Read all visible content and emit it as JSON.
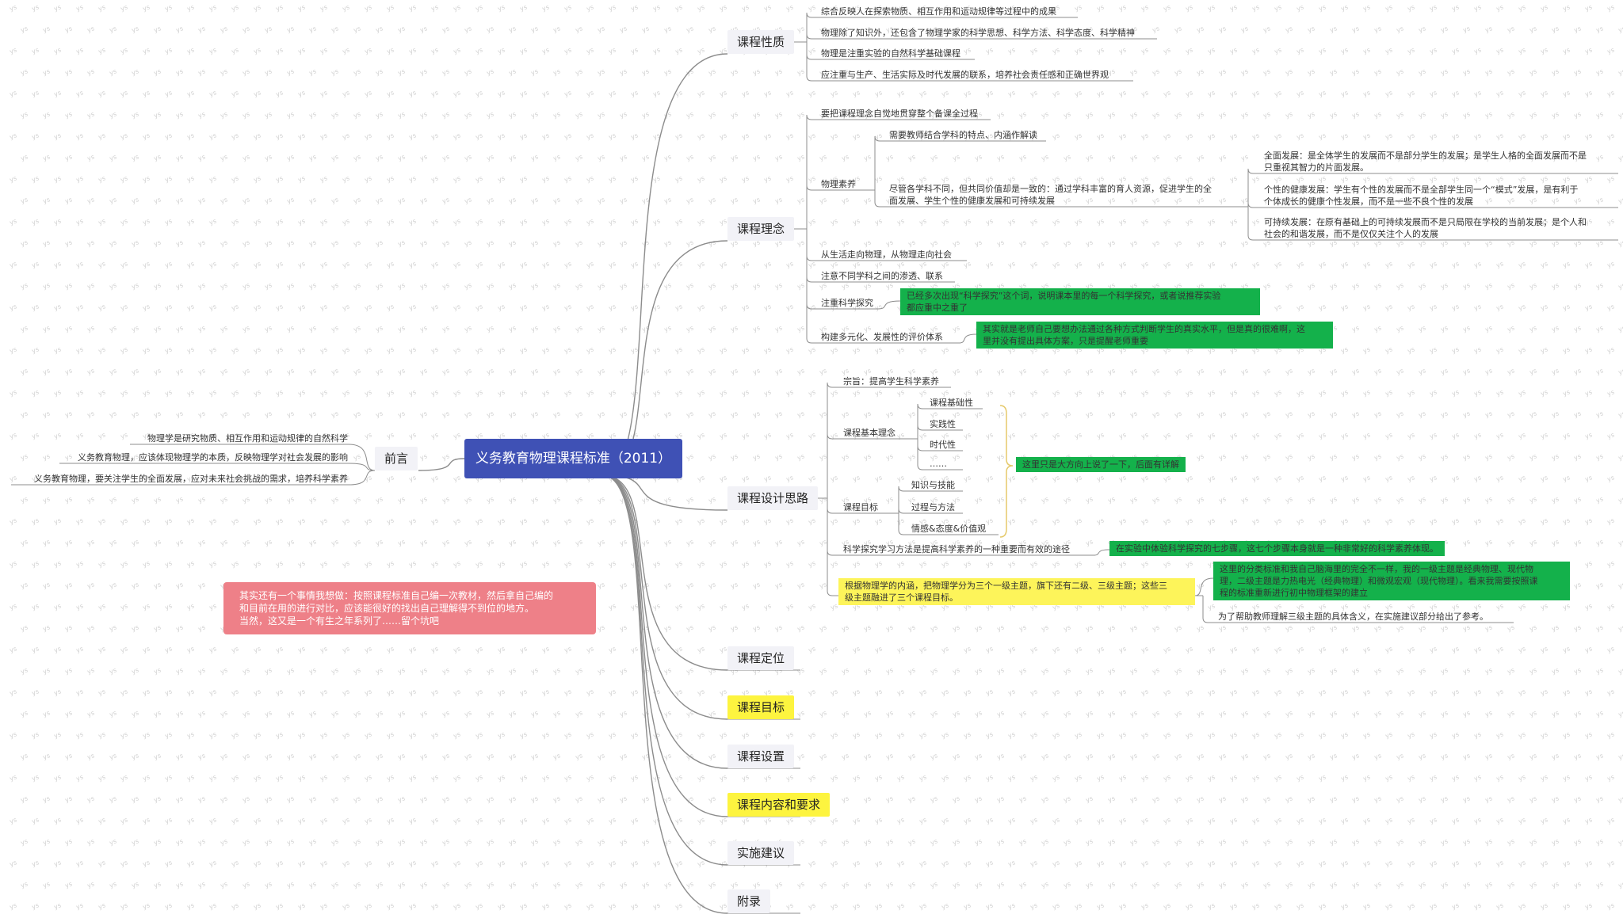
{
  "root": "义务教育物理课程标准（2011）",
  "note": [
    "其实还有一个事情我想做：按照课程标准自己编一次教材，然后拿自己编的",
    "和目前在用的进行对比，应该能很好的找出自己理解得不到位的地方。",
    "当然，这又是一个有生之年系列了……留个坑吧"
  ],
  "preface": {
    "label": "前言",
    "items": [
      "物理学是研究物质、相互作用和运动规律的自然科学",
      "义务教育物理，应该体现物理学的本质，反映物理学对社会发展的影响",
      "义务教育物理，要关注学生的全面发展，应对未来社会挑战的需求，培养科学素养"
    ]
  },
  "nature": {
    "label": "课程性质",
    "items": [
      "综合反映人在探索物质、相互作用和运动规律等过程中的成果",
      "物理除了知识外，还包含了物理学家的科学思想、科学方法、科学态度、科学精神",
      "物理是注重实验的自然科学基础课程",
      "应注重与生产、生活实际及时代发展的联系，培养社会责任感和正确世界观"
    ]
  },
  "philosophy": {
    "label": "课程理念",
    "first": "要把课程理念自觉地贯穿整个备课全过程",
    "literacy": {
      "label": "物理素养",
      "need": "需要教师结合学科的特点、内涵作解读",
      "value": [
        "尽管各学科不同，但共同价值却是一致的：通过学科丰富的育人资源，促进学生的全",
        "面发展、学生个性的健康发展和可持续发展"
      ],
      "subs": [
        [
          "全面发展：是全体学生的发展而不是部分学生的发展；是学生人格的全面发展而不是",
          "只重视其智力的片面发展。"
        ],
        [
          "个性的健康发展：学生有个性的发展而不是全部学生同一个“模式”发展，是有利于",
          "个体成长的健康个性发展，而不是一些不良个性的发展"
        ],
        [
          "可持续发展：在原有基础上的可持续发展而不是只局限在学校的当前发展；是个人和",
          "社会的和谐发展，而不是仅仅关注个人的发展"
        ]
      ]
    },
    "life": "从生活走向物理，从物理走向社会",
    "interdisc": "注意不同学科之间的渗透、联系",
    "inquiry": {
      "label": "注重科学探究",
      "note": [
        "已经多次出现“科学探究”这个词，说明课本里的每一个科学探究，或者说推荐实验",
        "都应重中之重了"
      ]
    },
    "eval": {
      "label": "构建多元化、发展性的评价体系",
      "note": [
        "其实就是老师自己要想办法通过各种方式判断学生的真实水平，但是真的很难啊，这",
        "里并没有提出具体方案，只是提醒老师重要"
      ]
    }
  },
  "design": {
    "label": "课程设计思路",
    "aim": "宗旨：提高学生科学素养",
    "basic": {
      "label": "课程基本理念",
      "items": [
        "课程基础性",
        "实践性",
        "时代性",
        "……"
      ]
    },
    "goal": {
      "label": "课程目标",
      "items": [
        "知识与技能",
        "过程与方法",
        "情感&态度&价值观"
      ]
    },
    "brace_note": "这里只是大方向上说了一下，后面有详解",
    "method": "科学探究学习方法是提高科学素养的一种重要而有效的途径",
    "method_note": "在实验中体验科学探究的七步骤，这七个步骤本身就是一种非常好的科学素养体现。",
    "content": [
      "根据物理学的内涵，把物理学分为三个一级主题，旗下还有二级、三级主题；这些三",
      "级主题融进了三个课程目标。"
    ],
    "content_note": [
      "这里的分类标准和我自己脑海里的完全不一样，我的一级主题是经典物理、现代物",
      "理，二级主题是力热电光（经典物理）和微观宏观（现代物理）。看来我需要按照课",
      "程的标准重新进行初中物理框架的建立"
    ],
    "content_last": "为了帮助教师理解三级主题的具体含义，在实施建议部分给出了参考。"
  },
  "others": [
    "课程定位",
    "课程目标",
    "课程设置",
    "课程内容和要求",
    "实施建议",
    "附录"
  ],
  "colors": {
    "root": "#3f51b5",
    "green": "#14b14b",
    "yellow": "#fdf43f",
    "pink": "#ee8088",
    "branch": "#f2f2f7",
    "line": "#8c8c8c"
  }
}
